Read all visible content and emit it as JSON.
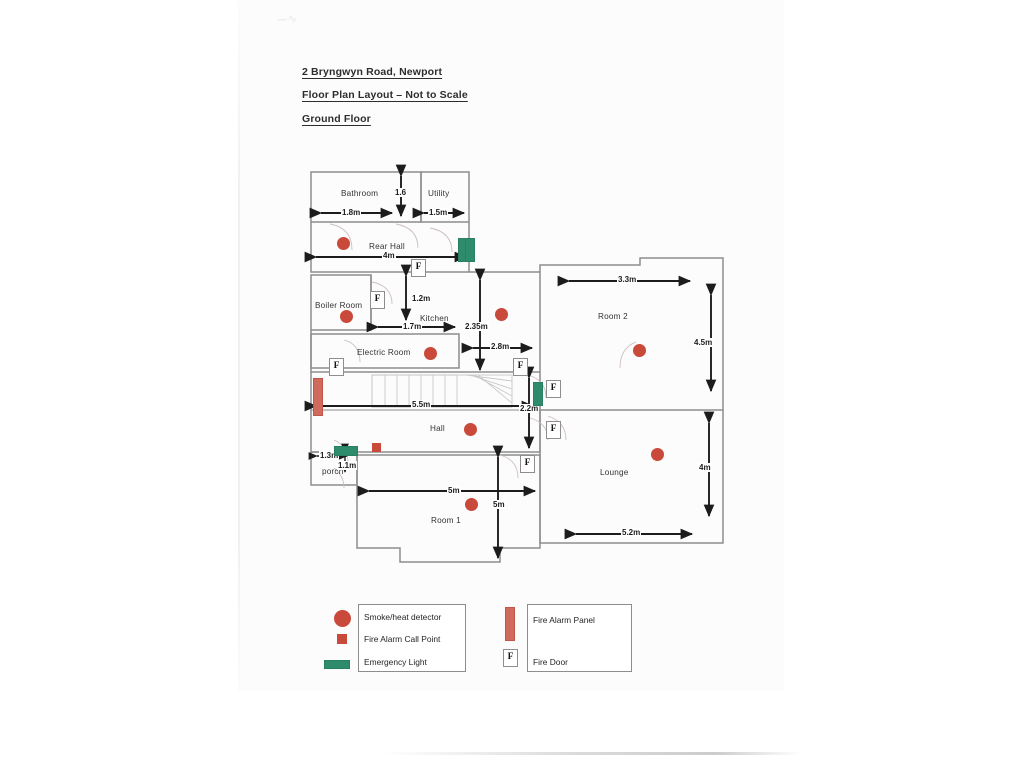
{
  "document": {
    "address": "2 Bryngwyn Road, Newport",
    "subtitle": "Floor Plan Layout – Not to Scale",
    "floor": "Ground Floor"
  },
  "colors": {
    "detector_red": "#c9493a",
    "callpoint_red": "#c9493a",
    "emergency_green": "#2e8b6b",
    "panel_red": "#d06a5c",
    "wall_grey": "#8d8d8d",
    "text_dark": "#252525"
  },
  "rooms": [
    {
      "id": "bathroom",
      "label": "Bathroom"
    },
    {
      "id": "utility",
      "label": "Utility"
    },
    {
      "id": "rear-hall",
      "label": "Rear Hall"
    },
    {
      "id": "boiler-room",
      "label": "Boiler Room"
    },
    {
      "id": "kitchen",
      "label": "Kitchen"
    },
    {
      "id": "electric-room",
      "label": "Electric Room"
    },
    {
      "id": "hall",
      "label": "Hall"
    },
    {
      "id": "porch",
      "label": "porch"
    },
    {
      "id": "room-1",
      "label": "Room 1"
    },
    {
      "id": "room-2",
      "label": "Room 2"
    },
    {
      "id": "lounge",
      "label": "Lounge"
    }
  ],
  "dimensions": {
    "bathroom_width": "1.8m",
    "bathroom_height": "1.6",
    "utility_width": "1.5m",
    "rear_hall_width": "4m",
    "kitchen_depth_upper": "1.2m",
    "kitchen_width": "1.7m",
    "kitchen_height": "2.35m",
    "kitchen_lower_width": "2.8m",
    "hall_width": "5.5m",
    "hall_right_depth": "2.2m",
    "porch_width": "1.3m",
    "porch_depth": "1.1m",
    "room1_width": "5m",
    "room1_height": "5m",
    "room2_width": "3.3m",
    "room2_height": "4.5m",
    "lounge_width": "5.2m",
    "lounge_height": "4m"
  },
  "legend_left": {
    "items": [
      {
        "symbol": "circle",
        "label": "Smoke/heat detector"
      },
      {
        "symbol": "square",
        "label": "Fire Alarm Call Point"
      },
      {
        "symbol": "bar",
        "label": "Emergency Light"
      }
    ]
  },
  "legend_right": {
    "items": [
      {
        "symbol": "panel",
        "label": "Fire Alarm Panel"
      },
      {
        "symbol": "fire-door",
        "label": "Fire Door"
      }
    ]
  },
  "fire_door_glyph": "F",
  "scan_artifact": "⁓∿"
}
